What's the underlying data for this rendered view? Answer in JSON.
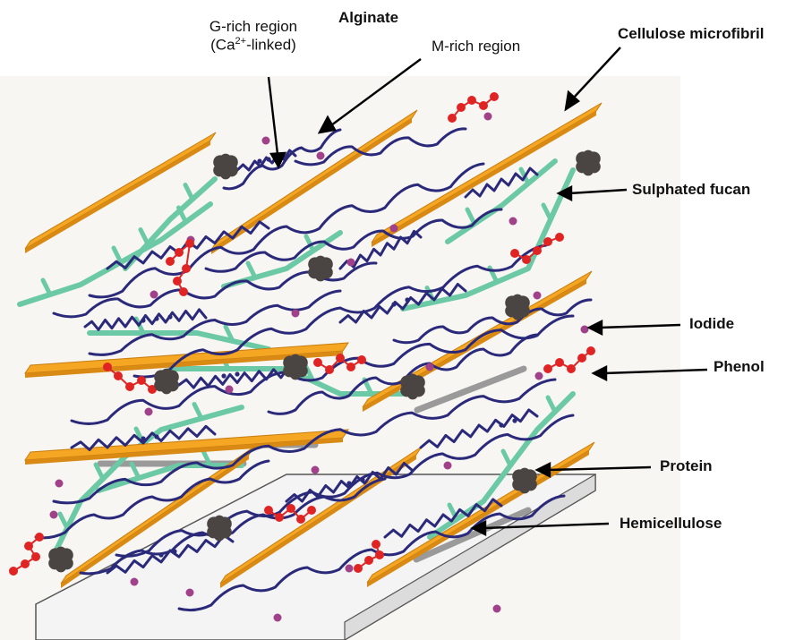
{
  "labels": {
    "alginate": "Alginate",
    "g_rich_line1": "G-rich region",
    "g_rich_line2_pre": "(Ca",
    "g_rich_line2_sup": "2+",
    "g_rich_line2_post": "-linked)",
    "m_rich": "M-rich region",
    "cellulose_microfibril": "Cellulose microfibril",
    "sulphated_fucan": "Sulphated fucan",
    "iodide": "Iodide",
    "phenol": "Phenol",
    "protein": "Protein",
    "hemicellulose": "Hemicellulose"
  },
  "colors": {
    "cellulose": "#f5a623",
    "cellulose_edge": "#c77d0e",
    "alginate": "#2b2a7a",
    "fucan": "#6cc9a6",
    "iodide": "#a0418a",
    "phenol": "#e02424",
    "protein": "#4a4543",
    "hemicellulose": "#9a9a9a",
    "base": "#f1f1f1",
    "backdrop": "#f7f5f2"
  }
}
